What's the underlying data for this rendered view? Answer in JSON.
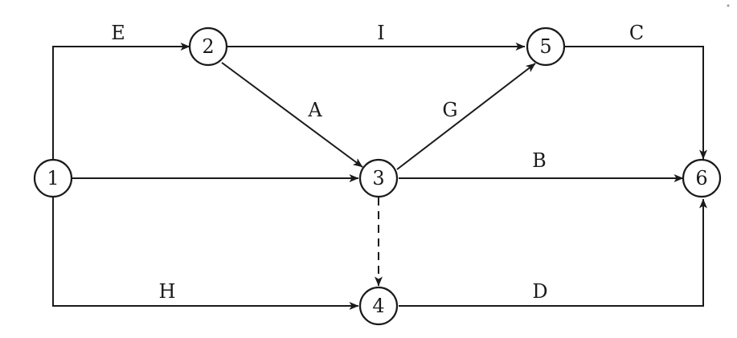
{
  "diagram": {
    "nodes": [
      {
        "id": "1",
        "label": "1"
      },
      {
        "id": "2",
        "label": "2"
      },
      {
        "id": "3",
        "label": "3"
      },
      {
        "id": "4",
        "label": "4"
      },
      {
        "id": "5",
        "label": "5"
      },
      {
        "id": "6",
        "label": "6"
      }
    ],
    "edges": [
      {
        "from": "1",
        "to": "2",
        "label": "E",
        "dashed": false
      },
      {
        "from": "2",
        "to": "5",
        "label": "I",
        "dashed": false
      },
      {
        "from": "5",
        "to": "6",
        "label": "C",
        "dashed": false
      },
      {
        "from": "2",
        "to": "3",
        "label": "A",
        "dashed": false
      },
      {
        "from": "3",
        "to": "5",
        "label": "G",
        "dashed": false
      },
      {
        "from": "1",
        "to": "3",
        "label": "",
        "dashed": false
      },
      {
        "from": "3",
        "to": "6",
        "label": "B",
        "dashed": false
      },
      {
        "from": "3",
        "to": "4",
        "label": "",
        "dashed": true
      },
      {
        "from": "1",
        "to": "4",
        "label": "H",
        "dashed": false
      },
      {
        "from": "4",
        "to": "6",
        "label": "D",
        "dashed": false
      }
    ],
    "line_color": "#1a1a1a",
    "background": "#ffffff"
  }
}
